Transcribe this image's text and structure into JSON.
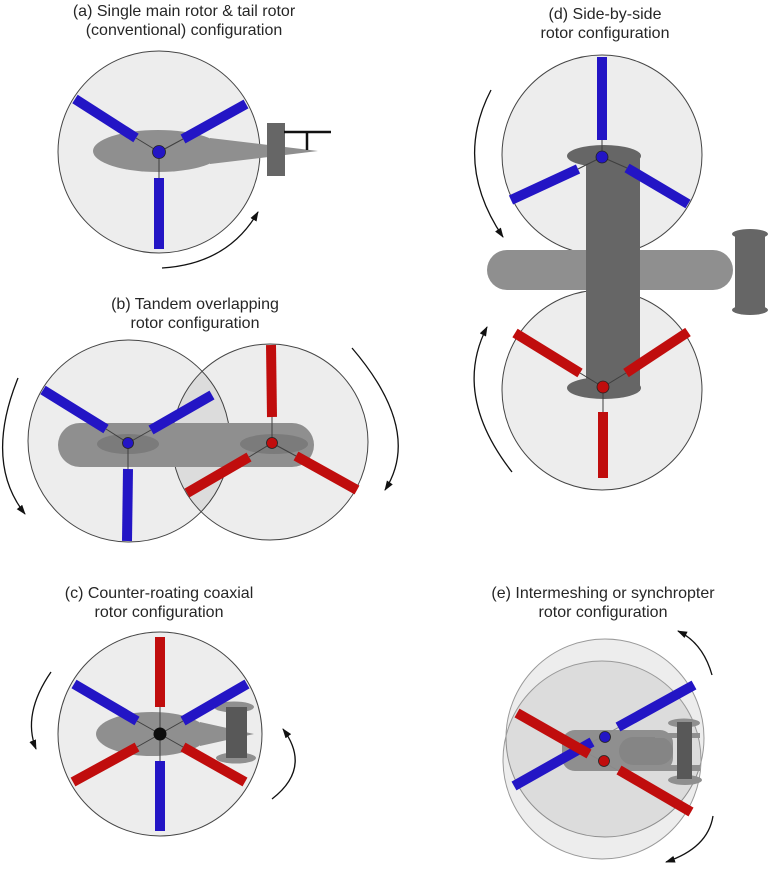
{
  "colors": {
    "page-bg": "#ffffff",
    "title-text": "#262626",
    "blade-blue": "#2315c5",
    "blade-red": "#c00d0d",
    "fuselage-gray": "#8f8f8f",
    "fairing-gray": "#7b7b7b",
    "pylon-gray": "#666666",
    "pylon-dark": "#585858",
    "inner-gray": "#858585",
    "disk-stroke": "#454545",
    "disk-stroke-light": "#999999",
    "link-line": "#3f3f3f",
    "arrow-black": "#111111",
    "tail-rotor": "#111111"
  },
  "panels": {
    "a": {
      "title_line1": "(a) Single main rotor & tail rotor",
      "title_line2": "(conventional) configuration",
      "rotors": [
        {
          "blade_color": "blue",
          "blade_count": 3
        }
      ],
      "has_tail_rotor": true,
      "rotation_arrows": [
        "lower-right, curving up-right"
      ]
    },
    "b": {
      "title_line1": "(b) Tandem overlapping",
      "title_line2": "rotor configuration",
      "rotors": [
        {
          "blade_color": "blue",
          "blade_count": 3
        },
        {
          "blade_color": "red",
          "blade_count": 3
        }
      ],
      "rotation_arrows": [
        "far left, curving down",
        "far right, curving down"
      ]
    },
    "c": {
      "title_line1": "(c) Counter-roating coaxial",
      "title_line2": "rotor configuration",
      "rotors": [
        {
          "blade_color": "blue",
          "blade_count": 3
        },
        {
          "blade_color": "red",
          "blade_count": 3
        }
      ],
      "rotation_arrows": [
        "left, curving down",
        "right, curving up"
      ]
    },
    "d": {
      "title_line1": "(d) Side-by-side",
      "title_line2": "rotor configuration",
      "rotors": [
        {
          "blade_color": "blue",
          "blade_count": 3
        },
        {
          "blade_color": "red",
          "blade_count": 3
        }
      ],
      "rotation_arrows": [
        "upper-left, curving down",
        "lower-left, curving up"
      ]
    },
    "e": {
      "title_line1": "(e) Intermeshing or synchropter",
      "title_line2": "rotor configuration",
      "rotors": [
        {
          "blade_color": "blue",
          "blade_count": 2
        },
        {
          "blade_color": "red",
          "blade_count": 2
        }
      ],
      "rotation_arrows": [
        "top-right, curving up-left",
        "bottom-right, curving down-left"
      ]
    }
  }
}
